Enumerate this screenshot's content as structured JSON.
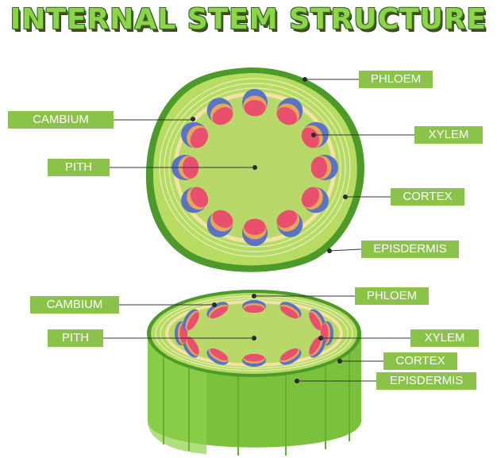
{
  "title": "INTERNAL STEM STRUCTURE",
  "labels": {
    "top_phloem": "PHLOEM",
    "top_cambium": "CAMBIUM",
    "top_xylem": "XYLEM",
    "top_pith": "PITH",
    "top_cortex": "CORTEX",
    "top_epidermis": "EPISDERMIS",
    "bottom_cambium": "CAMBIUM",
    "bottom_phloem": "PHLOEM",
    "bottom_pith": "PITH",
    "bottom_xylem": "XYLEM",
    "bottom_cortex": "CORTEX",
    "bottom_epidermis": "EPISDERMIS"
  },
  "colors": {
    "epidermis": "#4c9a2a",
    "cortex": "#b8dc62",
    "pith": "#b9d86a",
    "xylem": "#e8506e",
    "phloem": "#5a74c4",
    "cambium": "#e8a45a",
    "label_bg": "#8bc34a",
    "leader": "#333333"
  }
}
